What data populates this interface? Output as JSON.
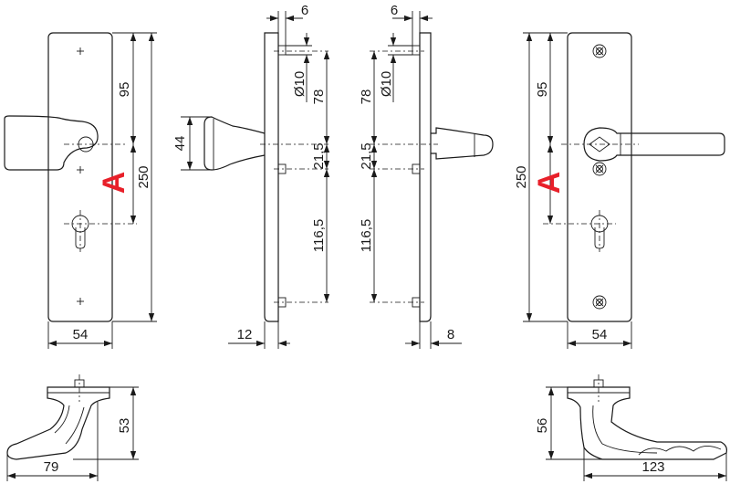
{
  "front_view_left": {
    "width_54": "54",
    "height_250": "250",
    "spacing_95": "95",
    "mark_a": "A"
  },
  "side_view_left": {
    "spacing_6": "6",
    "hole_d10": "Ø10",
    "spacing_78": "78",
    "spacing_21_5": "21,5",
    "spacing_116_5": "116,5",
    "handle_height_44": "44",
    "offset_12": "12"
  },
  "side_view_right": {
    "spacing_6": "6",
    "hole_d10": "Ø10",
    "spacing_78": "78",
    "spacing_21_5": "21,5",
    "spacing_116_5": "116,5",
    "offset_8": "8"
  },
  "front_view_right": {
    "width_54": "54",
    "height_250": "250",
    "spacing_95": "95",
    "mark_a": "A"
  },
  "top_view_left": {
    "width_79": "79",
    "height_53": "53"
  },
  "top_view_right": {
    "width_123": "123",
    "height_56": "56"
  },
  "colors": {
    "line": "#1a1a1a",
    "mark": "#e8202a"
  }
}
